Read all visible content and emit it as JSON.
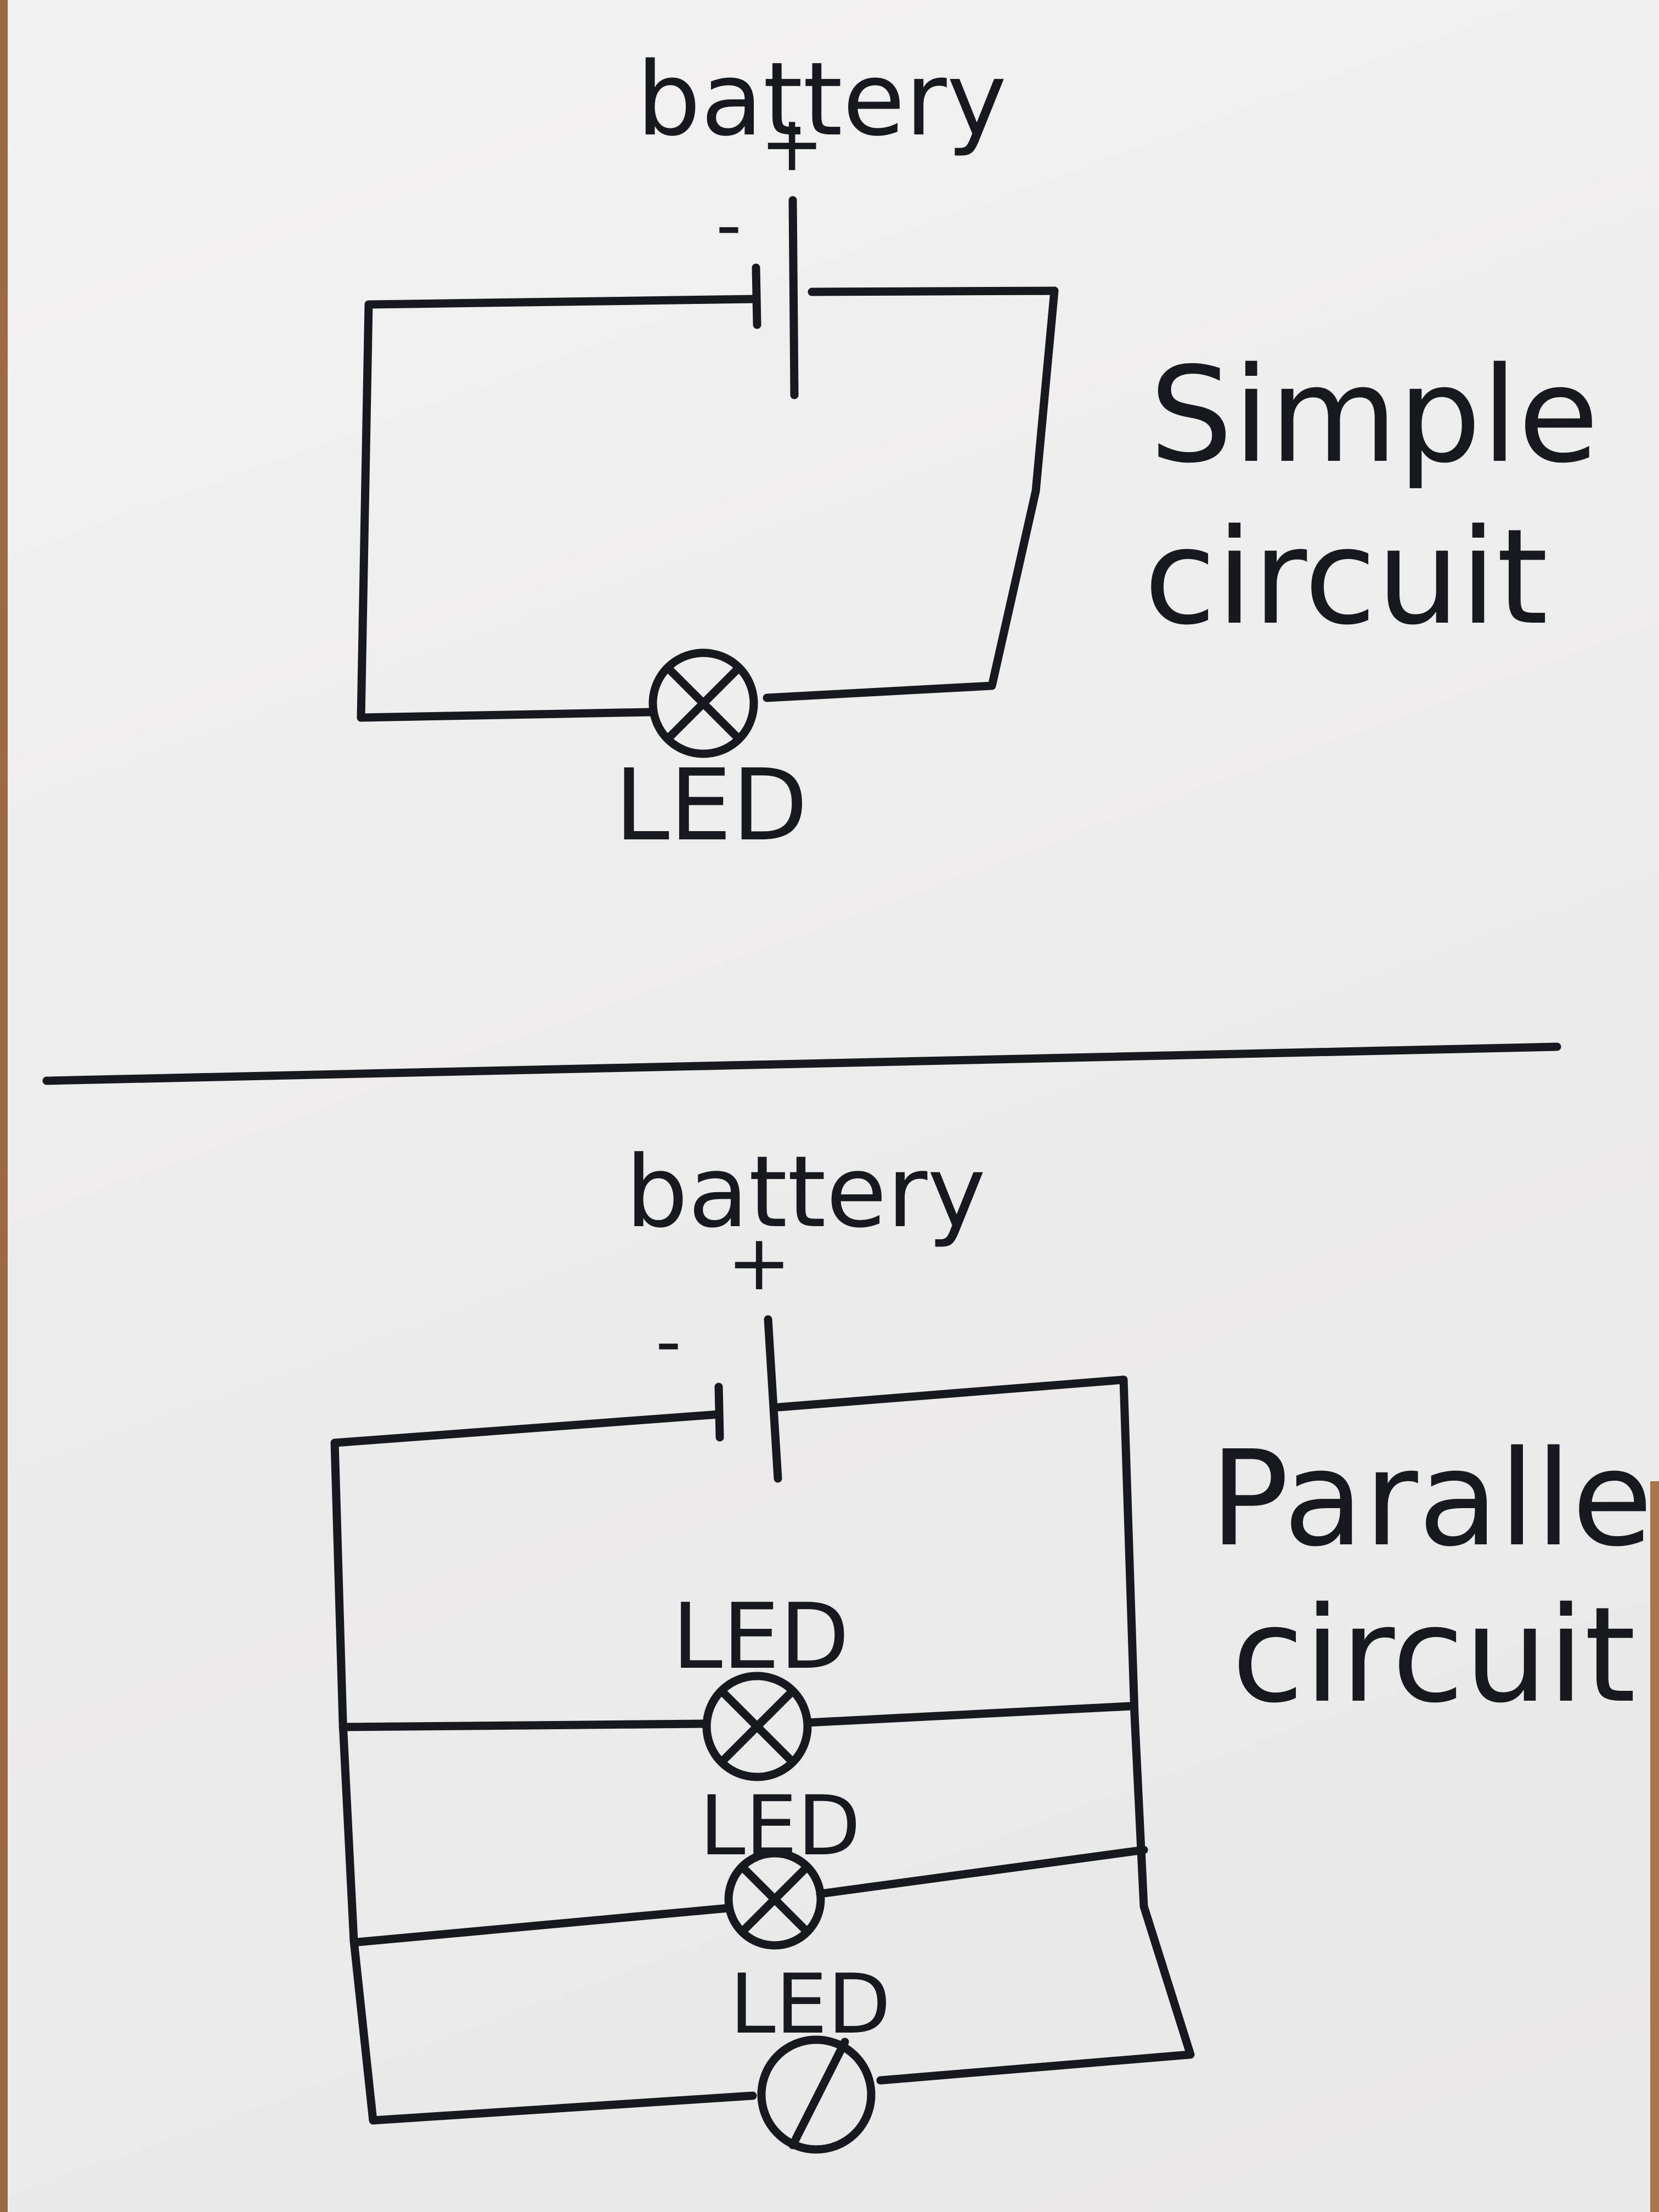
{
  "simple": {
    "battery_label": "battery",
    "positive": "+",
    "negative": "-",
    "led_label": "LED",
    "title_line1": "Simple",
    "title_line2": "circuit"
  },
  "parallel": {
    "battery_label": "battery",
    "positive": "+",
    "negative": "-",
    "led1_label": "LED",
    "led2_label": "LED",
    "led3_label": "LED",
    "title_line1": "Parallel",
    "title_line2": "circuit"
  },
  "colors": {
    "ink": "#17191e",
    "paper": "#efeeee"
  }
}
